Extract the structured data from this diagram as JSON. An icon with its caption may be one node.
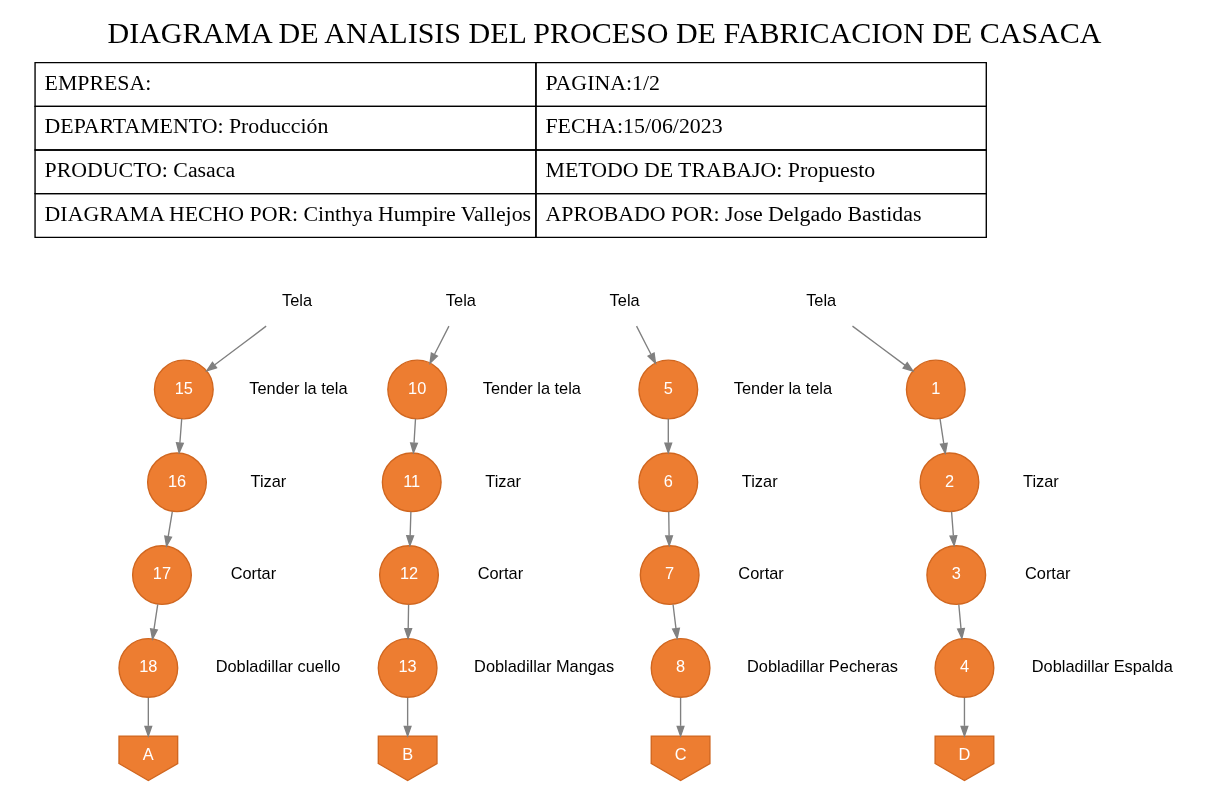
{
  "diagram": {
    "title": "DIAGRAMA DE ANALISIS DEL PROCESO DE FABRICACION DE CASACA",
    "nodes": [
      {
        "text": [
          "Tela"
        ]
      },
      {
        "text": [
          "15"
        ],
        "beside": [
          "Tender la tela"
        ]
      },
      {
        "text": [
          "16"
        ],
        "beside": [
          "Tizar"
        ]
      },
      {
        "text": [
          "17"
        ],
        "beside": [
          "Cortar"
        ]
      },
      {
        "text": [
          "18"
        ],
        "beside": [
          "Dobladillar cuello"
        ]
      },
      {
        "text": [
          "A"
        ]
      },
      {
        "text": [
          "Tela"
        ]
      },
      {
        "text": [
          "10"
        ],
        "beside": [
          "Tender la tela"
        ]
      },
      {
        "text": [
          "11"
        ],
        "beside": [
          "Tizar"
        ]
      },
      {
        "text": [
          "12"
        ],
        "beside": [
          "Cortar"
        ]
      },
      {
        "text": [
          "13"
        ],
        "beside": [
          "Dobladillar Mangas"
        ]
      },
      {
        "text": [
          "B"
        ]
      },
      {
        "text": [
          "Tela"
        ]
      },
      {
        "text": [
          "5"
        ],
        "beside": [
          "Tender la tela"
        ]
      },
      {
        "text": [
          "6"
        ],
        "beside": [
          "Tizar"
        ]
      },
      {
        "text": [
          "7"
        ],
        "beside": [
          "Cortar"
        ]
      },
      {
        "text": [
          "8"
        ],
        "beside": [
          "Dobladillar Pecheras"
        ]
      },
      {
        "text": [
          "C"
        ]
      },
      {
        "text": [
          "Tela"
        ]
      },
      {
        "text": [
          "1"
        ]
      },
      {
        "text": [
          "2"
        ],
        "beside": [
          "Tizar"
        ]
      },
      {
        "text": [
          "3"
        ],
        "beside": [
          "Cortar"
        ]
      },
      {
        "text": [
          "4"
        ],
        "beside": [
          "Dobladillar Espalda"
        ]
      },
      {
        "text": [
          "D"
        ]
      }
    ],
    "edges": [
      {
        "from": 0,
        "to": 1,
        "arrow": "to"
      },
      {
        "from": 1,
        "to": 2,
        "arrow": "to"
      },
      {
        "from": 2,
        "to": 3,
        "arrow": "to"
      },
      {
        "from": 3,
        "to": 4,
        "arrow": "to"
      },
      {
        "from": 4,
        "to": 5,
        "arrow": "to"
      },
      {
        "from": 6,
        "to": 7,
        "arrow": "to"
      },
      {
        "from": 7,
        "to": 8,
        "arrow": "to"
      },
      {
        "from": 8,
        "to": 9,
        "arrow": "to"
      },
      {
        "from": 9,
        "to": 10,
        "arrow": "to"
      },
      {
        "from": 10,
        "to": 11,
        "arrow": "to"
      },
      {
        "from": 12,
        "to": 13,
        "arrow": "to"
      },
      {
        "from": 13,
        "to": 14,
        "arrow": "to"
      },
      {
        "from": 14,
        "to": 15,
        "arrow": "to"
      },
      {
        "from": 15,
        "to": 16,
        "arrow": "to"
      },
      {
        "from": 16,
        "to": 17,
        "arrow": "to"
      },
      {
        "from": 18,
        "to": 19,
        "arrow": "to"
      },
      {
        "from": 19,
        "to": 20,
        "arrow": "to"
      },
      {
        "from": 20,
        "to": 21,
        "arrow": "to"
      },
      {
        "from": 21,
        "to": 22,
        "arrow": "to"
      },
      {
        "from": 22,
        "to": 23,
        "arrow": "to"
      }
    ],
    "labels": [
      "EMPRESA:",
      "PAGINA:1/2",
      "DEPARTAMENTO: Producción",
      "FECHA:15/06/2023",
      "PRODUCTO: Casaca",
      "METODO DE TRABAJO: Propuesto",
      "DIAGRAMA HECHO POR: Cinthya Humpire Vallejos",
      "APROBADO POR: Jose Delgado Bastidas"
    ]
  }
}
